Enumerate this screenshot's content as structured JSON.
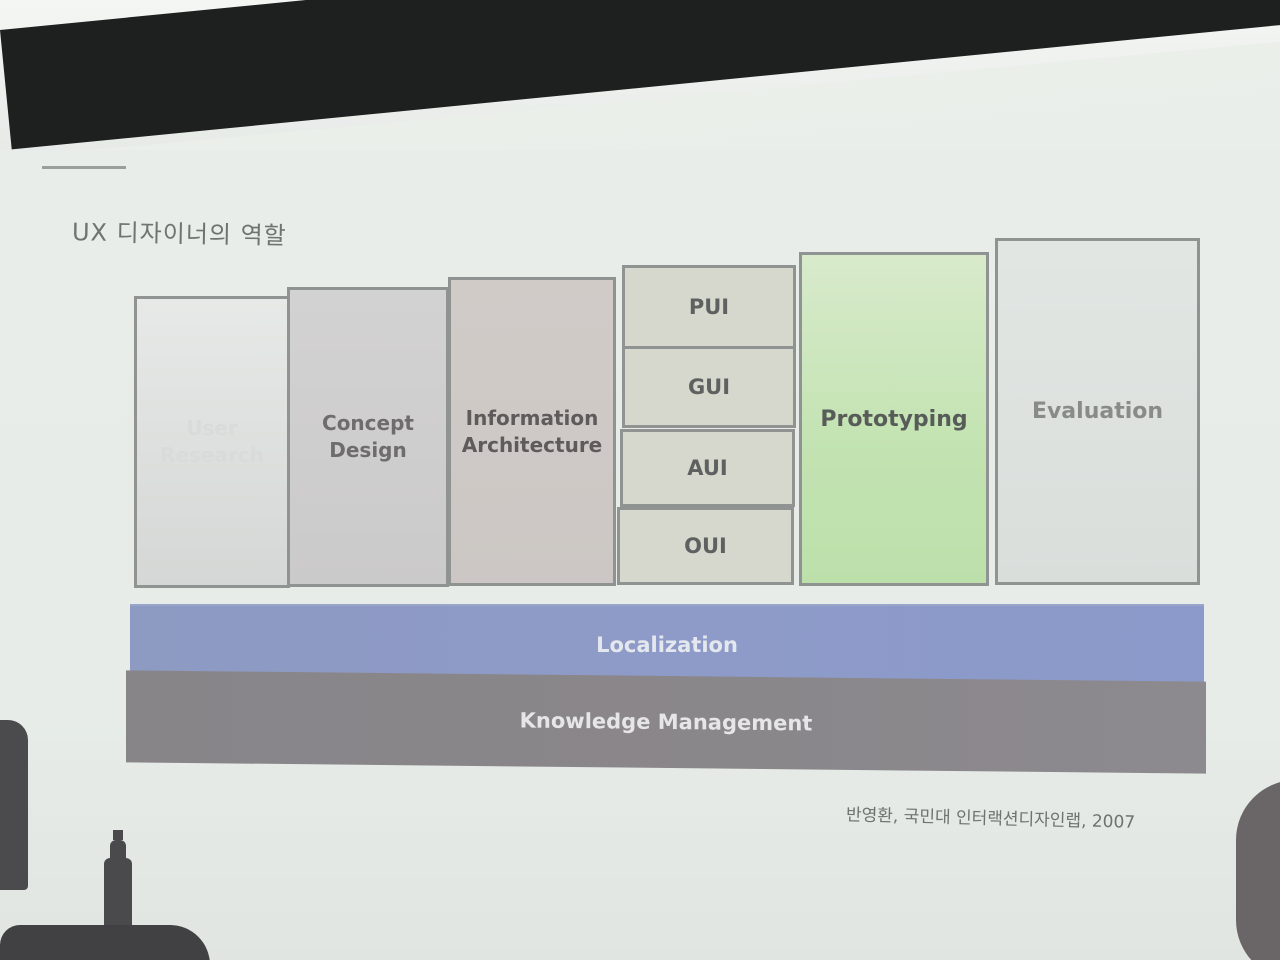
{
  "slide": {
    "title": "UX 디자이너의 역할",
    "citation": "반영환, 국민대 인터랙션디자인랩, 2007"
  },
  "roles": {
    "user_research": "User\nResearch",
    "concept_design": "Concept\nDesign",
    "information_architecture": "Information\nArchitecture",
    "ui_types": [
      "PUI",
      "GUI",
      "AUI",
      "OUI"
    ],
    "prototyping": "Prototyping",
    "evaluation": "Evaluation"
  },
  "foundations": {
    "localization": "Localization",
    "knowledge_management": "Knowledge Management"
  },
  "colors": {
    "prototyping_fill": "#c2e3b1",
    "localization_fill": "#8e9bc8",
    "knowledge_fill": "#8a878b"
  }
}
